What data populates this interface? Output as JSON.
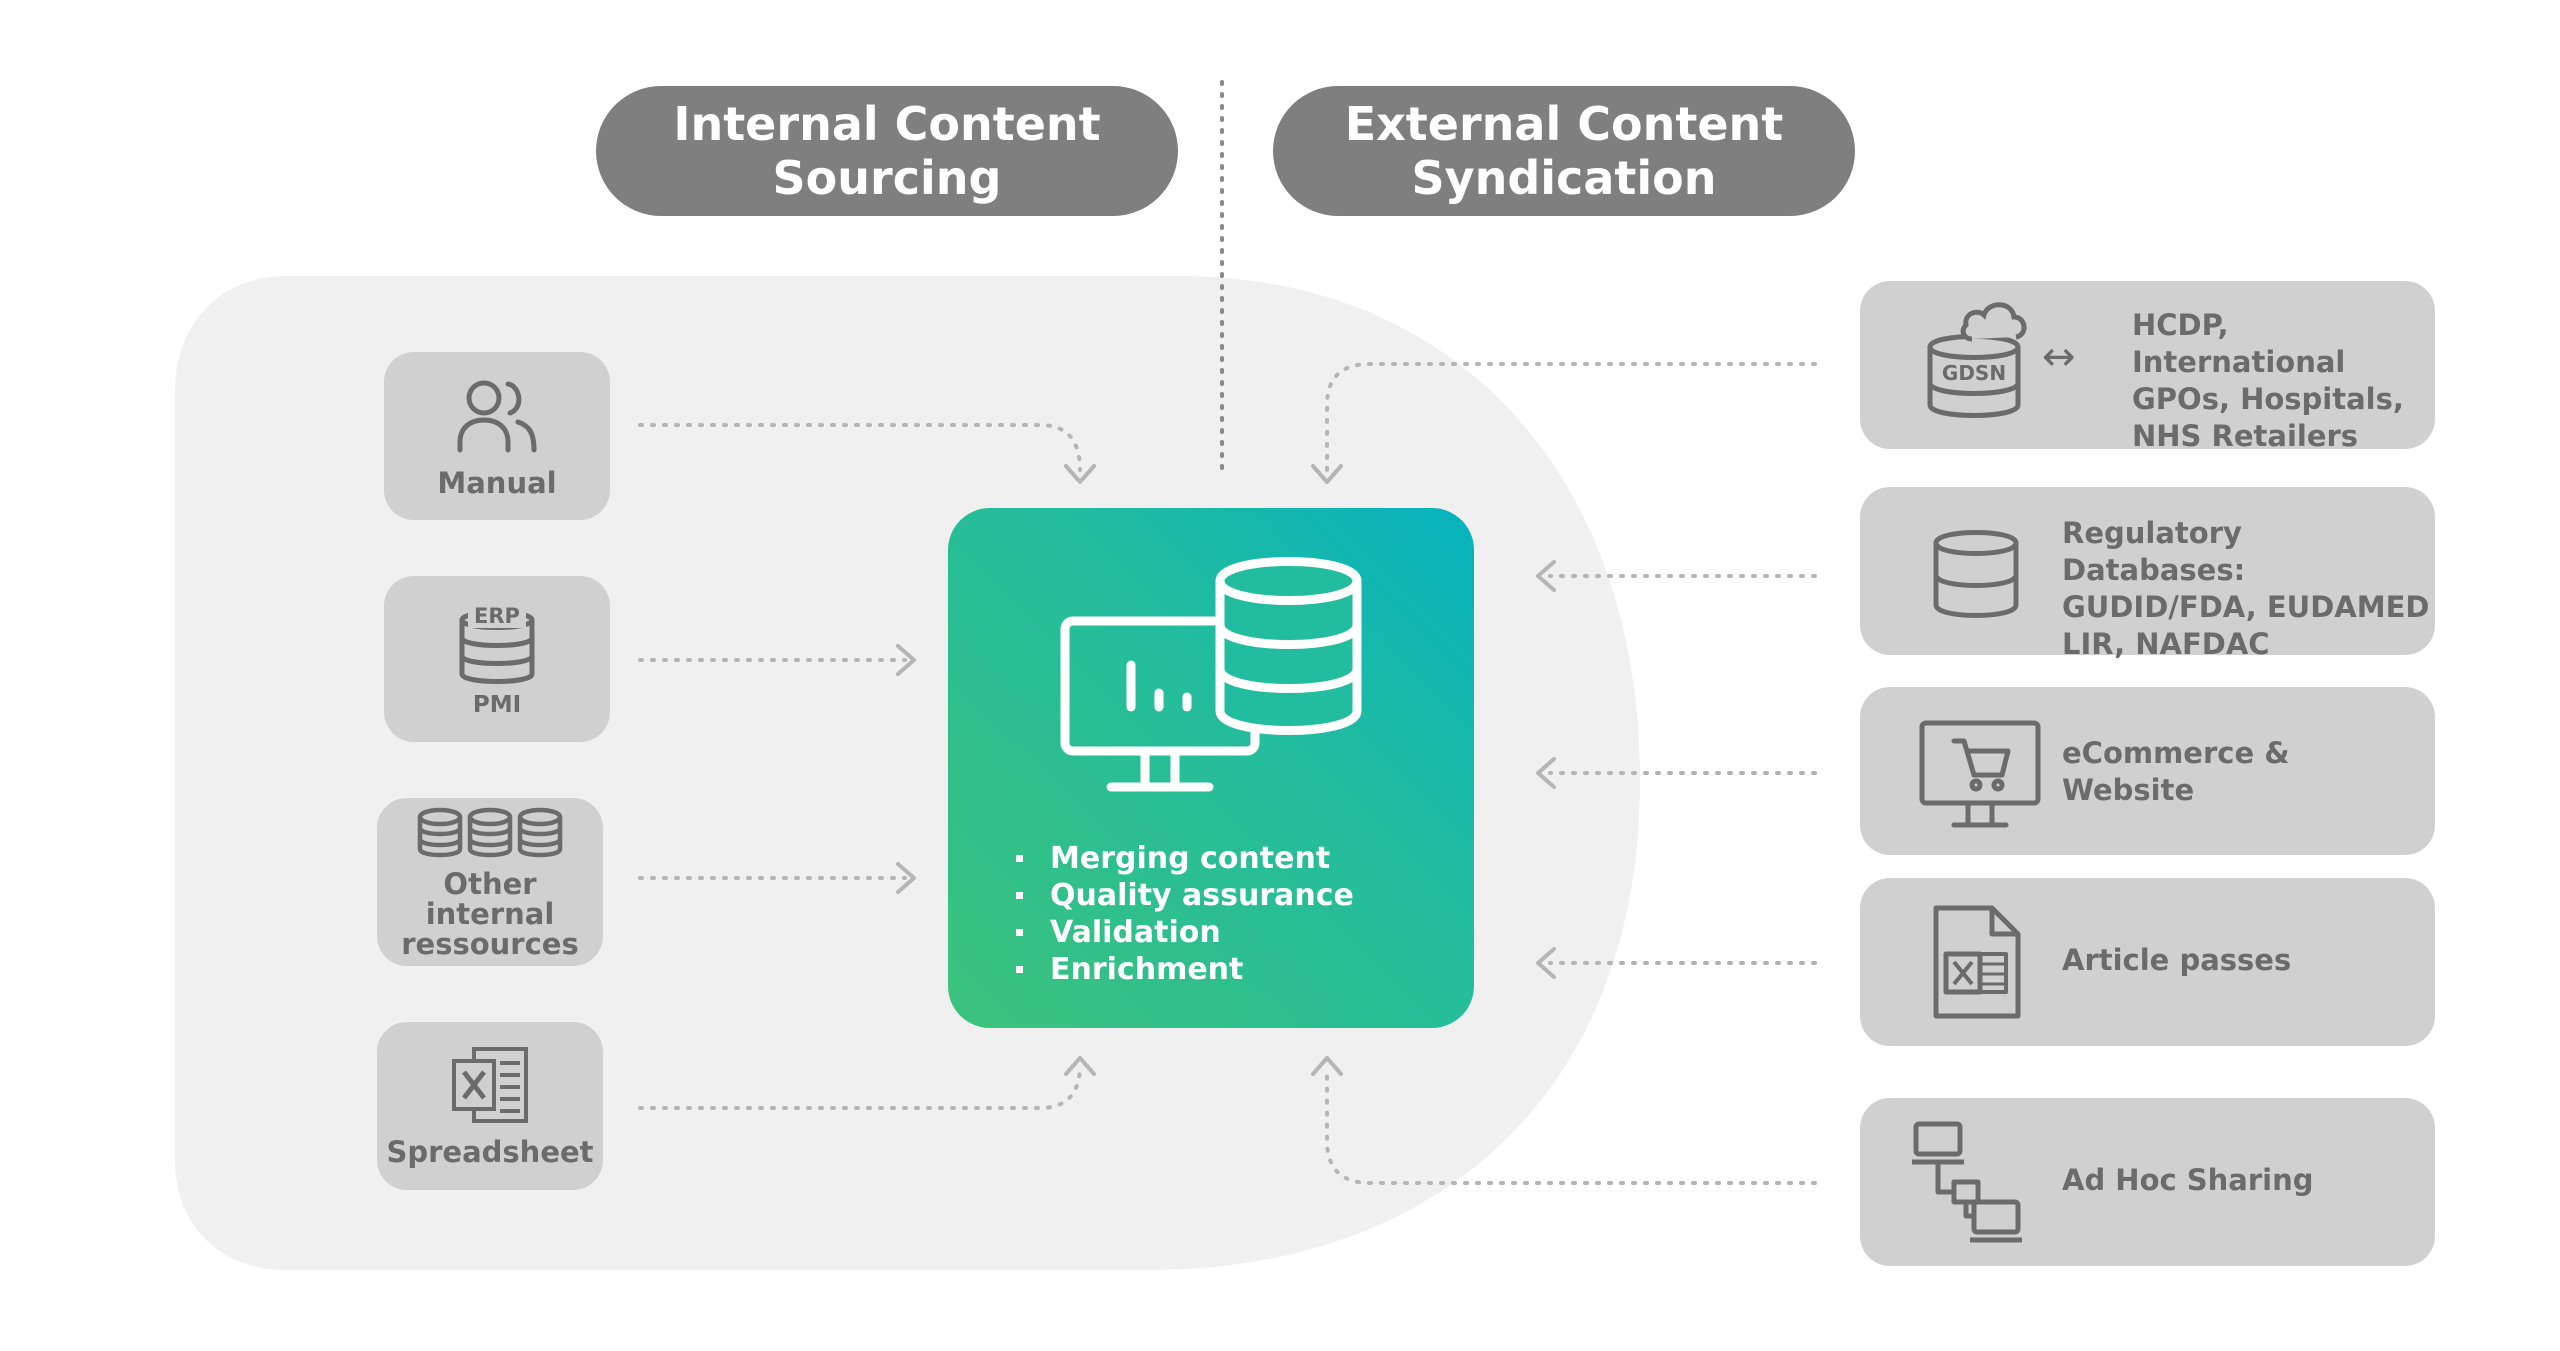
{
  "headers": {
    "internal": "Internal Content\nSourcing",
    "external": "External Content\nSyndication"
  },
  "internal_sources": [
    {
      "label": "Manual",
      "icon": "users-icon"
    },
    {
      "label": "PMI",
      "icon": "database-icon",
      "badge": "ERP"
    },
    {
      "label": "Other internal\nressources",
      "icon": "databases-icon"
    },
    {
      "label": "Spreadsheet",
      "icon": "excel-icon"
    }
  ],
  "hub": {
    "icon": "monitor-database-icon",
    "bullets": [
      "Merging content",
      "Quality assurance",
      "Validation",
      "Enrichment"
    ]
  },
  "external_targets": [
    {
      "label": "HCDP, International\nGPOs, Hospitals,\nNHS Retailers",
      "icon": "gdsn-cloud-database-icon",
      "badge": "GDSN",
      "connector": "↔"
    },
    {
      "label": "Regulatory Databases:\nGUDID/FDA, EUDAMED\nLIR, NAFDAC",
      "icon": "database-icon"
    },
    {
      "label": "eCommerce &\nWebsite",
      "icon": "shopping-cart-monitor-icon"
    },
    {
      "label": "Article passes",
      "icon": "excel-file-icon"
    },
    {
      "label": "Ad Hoc Sharing",
      "icon": "network-computers-icon"
    }
  ],
  "colors": {
    "header": "#7f7f7f",
    "box": "#d0d0d0",
    "region": "#f0f0f0",
    "icon": "#6b6b6b",
    "hub_start": "#3cc27c",
    "hub_end": "#07b2be",
    "arrow": "#b5b5b5"
  }
}
